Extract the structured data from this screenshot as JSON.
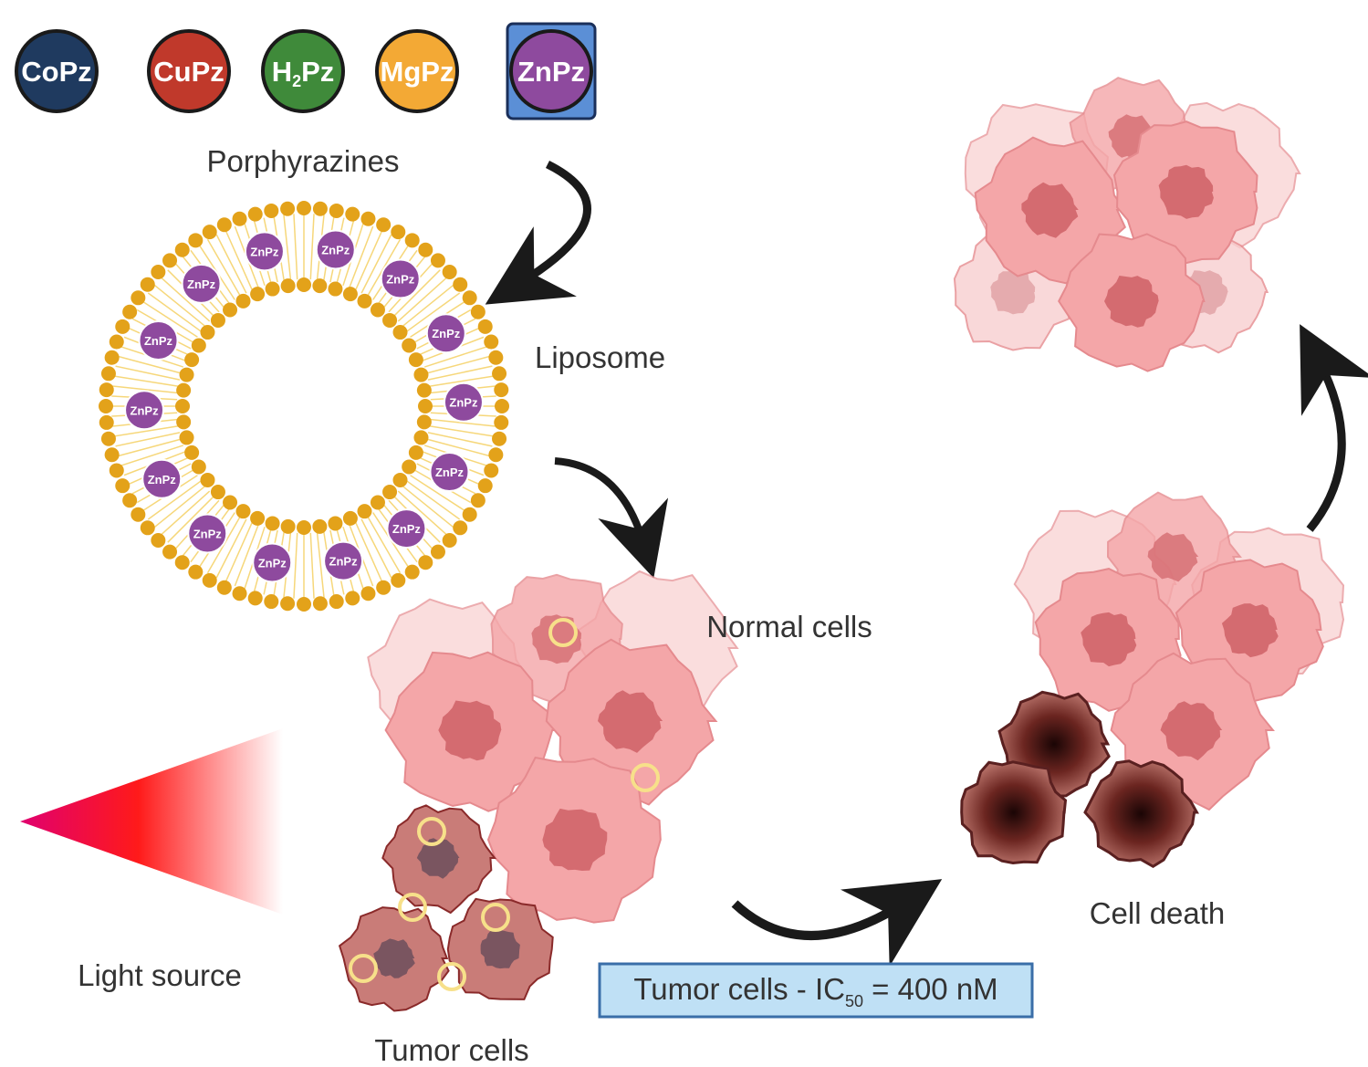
{
  "porphyrazines": {
    "items": [
      {
        "id": "copz",
        "label": "CoPz",
        "color": "#1f3a5f"
      },
      {
        "id": "cupz",
        "label": "CuPz",
        "color": "#c0392b"
      },
      {
        "id": "h2pz",
        "label": "H",
        "sub": "2",
        "tail": "Pz",
        "color": "#3f8a3a"
      },
      {
        "id": "mgpz",
        "label": "MgPz",
        "color": "#f3a935"
      },
      {
        "id": "znpz",
        "label": "ZnPz",
        "color": "#8e4a9e",
        "selected": true
      }
    ],
    "caption": "Porphyrazines"
  },
  "liposome": {
    "caption": "Liposome",
    "molecule_label": "ZnPz",
    "lipid_color": "#e3a21a",
    "molecule_color": "#8e4a9e"
  },
  "cells": {
    "normal_caption": "Normal cells",
    "tumor_caption": "Tumor cells",
    "death_caption": "Cell death",
    "normal_color": "#f4a6a8",
    "nucleus_color": "#d46b70",
    "tumor_color": "#c97c78",
    "dead_color": "#8a3a34"
  },
  "light": {
    "caption": "Light source",
    "colors": [
      "#e0006f",
      "#ff1a1a",
      "#ffffff"
    ]
  },
  "result_box": {
    "prefix": "Tumor cells - IC",
    "sub": "50",
    "suffix": " = 400 nM",
    "fill": "#bfe0f5",
    "border": "#3a6ea8"
  }
}
